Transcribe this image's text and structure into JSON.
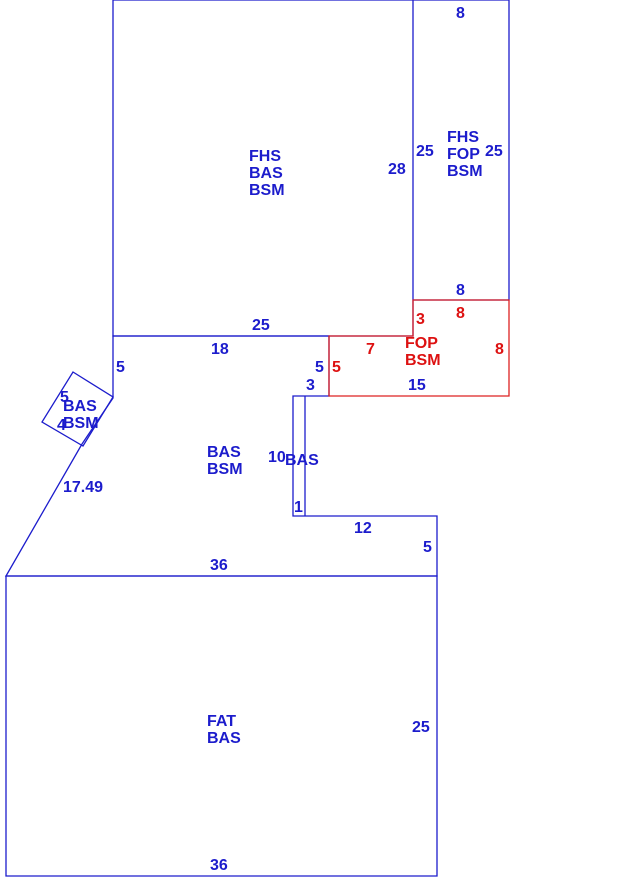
{
  "colors": {
    "blue": "#1c1ccc",
    "red": "#dd1111"
  },
  "areas": {
    "upper_main": [
      "FHS",
      "BAS",
      "BSM"
    ],
    "upper_right": [
      "FHS",
      "FOP",
      "BSM"
    ],
    "porch": [
      "FOP",
      "BSM"
    ],
    "middle": [
      "BAS",
      "BSM"
    ],
    "bay": [
      "BAS",
      "BSM"
    ],
    "narrow": [
      "BAS"
    ],
    "lower": [
      "FAT",
      "BAS"
    ]
  },
  "dims": {
    "upper_right_top": "8",
    "upper_right_left": "25",
    "upper_right_right": "25",
    "upper_right_bottom": "8",
    "upper_main_right": "28",
    "upper_main_bottom": "25",
    "porch_top": "8",
    "porch_left_top": "3",
    "porch_step": "7",
    "porch_left": "5",
    "porch_right": "8",
    "porch_bottom": "15",
    "middle_top": "18",
    "middle_left": "5",
    "middle_step_right": "5",
    "middle_step_bottom": "3",
    "narrow_left": "10",
    "narrow_bottom": "1",
    "middle_step_lower": "12",
    "middle_right": "5",
    "diagonal": "17.49",
    "bay_left": "5",
    "bay_bottom": "4",
    "lower_top": "36",
    "lower_right": "25",
    "lower_bottom": "36"
  }
}
